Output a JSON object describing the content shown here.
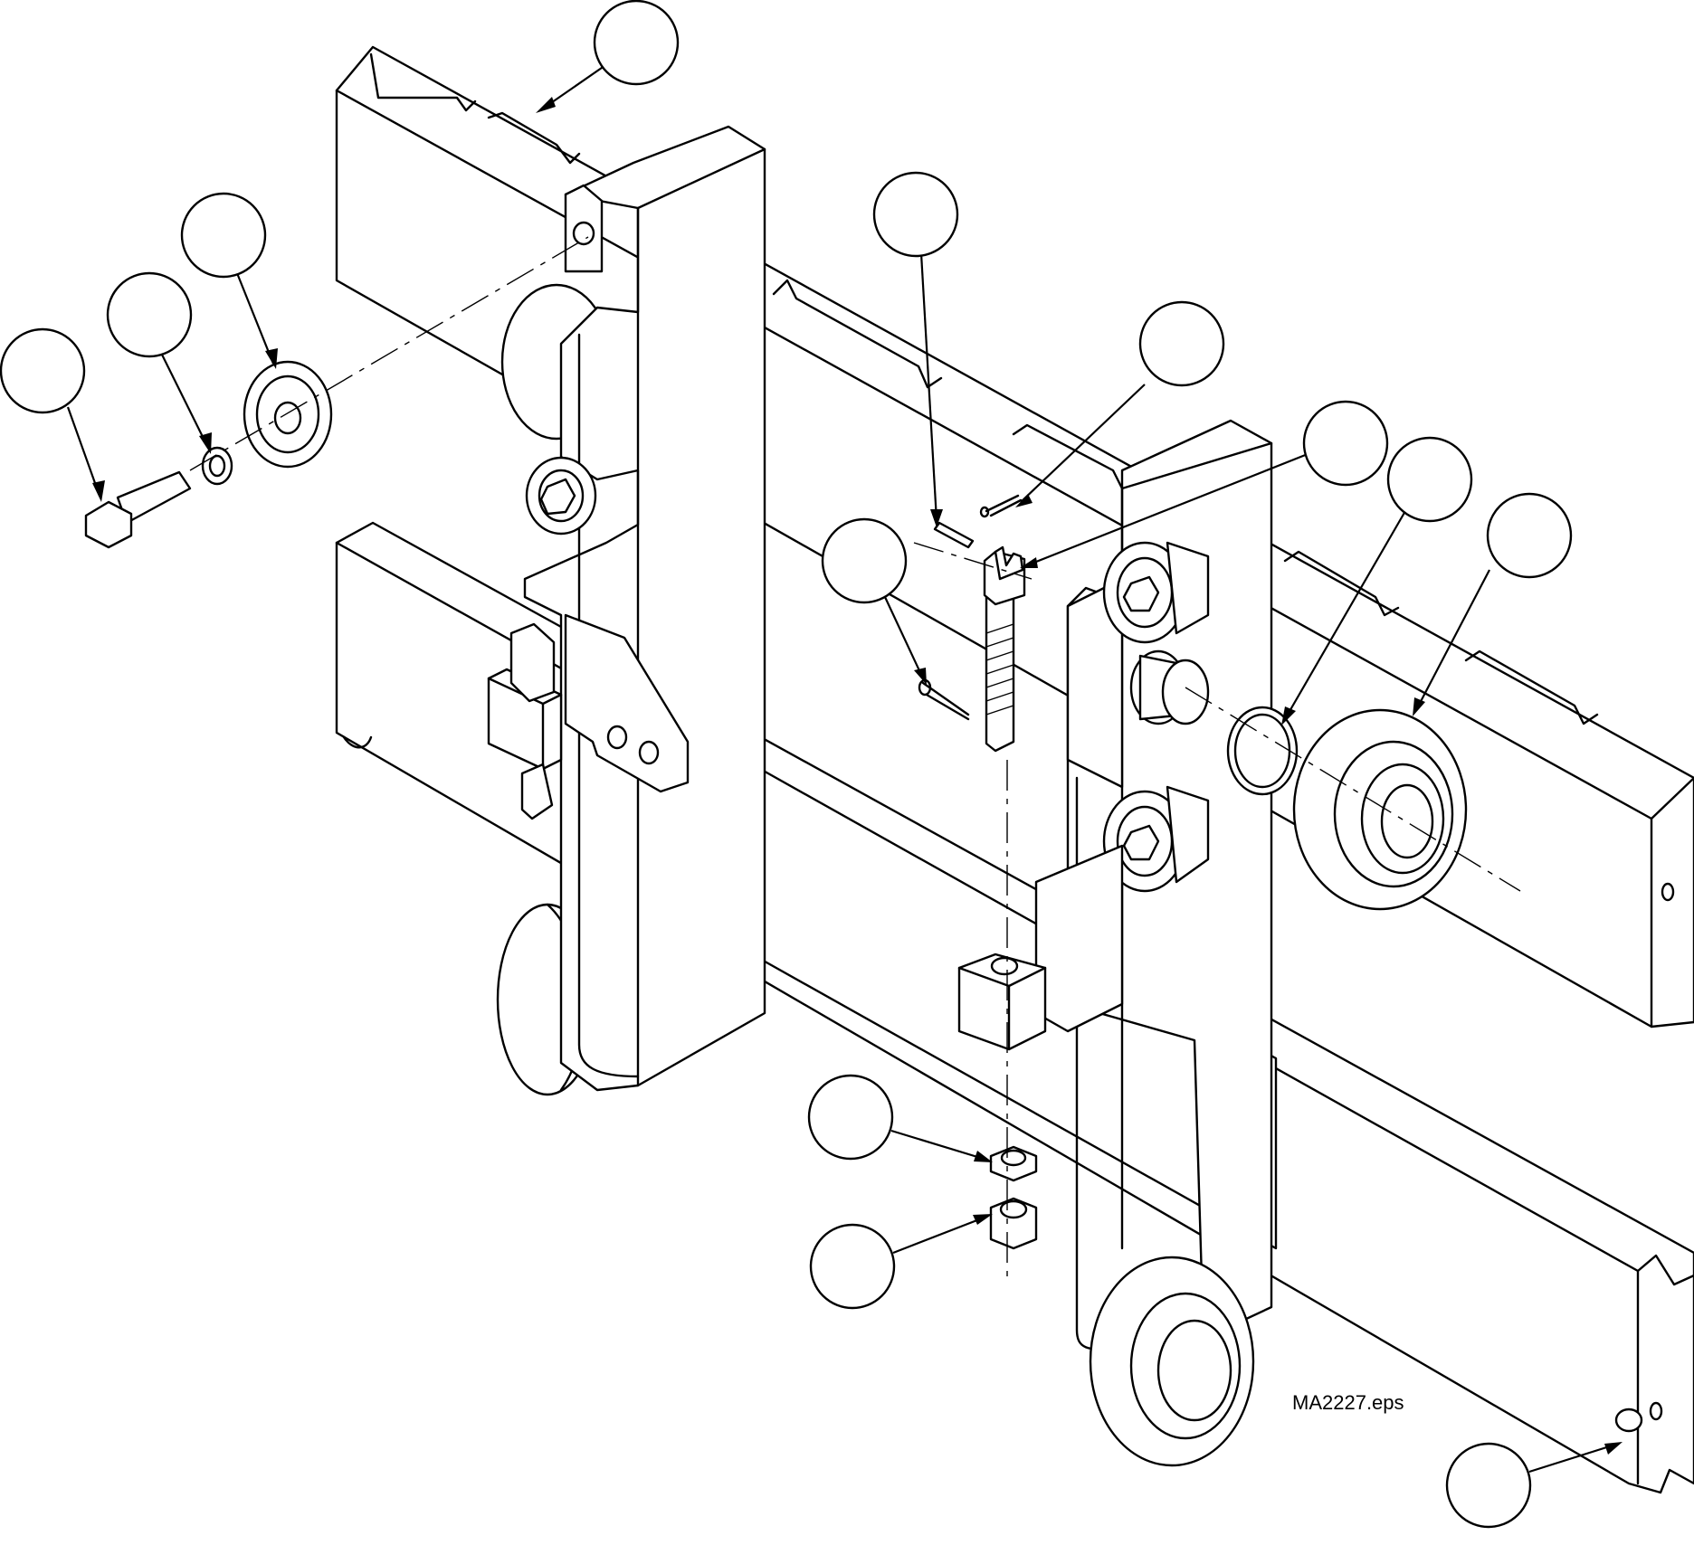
{
  "figure": {
    "file_label": "MA2227.eps",
    "line_color": "#000000",
    "background": "#ffffff"
  },
  "callouts": [
    {
      "id": "carriage-upper-bar",
      "label": ""
    },
    {
      "id": "bolt",
      "label": ""
    },
    {
      "id": "lock-washer",
      "label": ""
    },
    {
      "id": "side-roller",
      "label": ""
    },
    {
      "id": "cotter-pin-a",
      "label": ""
    },
    {
      "id": "cotter-pin-b",
      "label": ""
    },
    {
      "id": "anchor-bolt",
      "label": ""
    },
    {
      "id": "cotter-pin-c",
      "label": ""
    },
    {
      "id": "shim",
      "label": ""
    },
    {
      "id": "load-roller",
      "label": ""
    },
    {
      "id": "jam-nut",
      "label": ""
    },
    {
      "id": "hex-nut",
      "label": ""
    },
    {
      "id": "carriage-lower-pin",
      "label": ""
    }
  ]
}
